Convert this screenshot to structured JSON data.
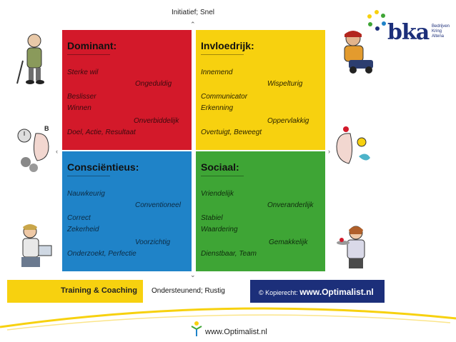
{
  "axis": {
    "top_label": "Initiatief; Snel",
    "bottom_label": "Ondersteunend; Rustig"
  },
  "quadrants": {
    "dominant": {
      "title": "Dominant:",
      "items": [
        "Sterke wil",
        "Ongeduldig",
        "Beslisser",
        "Winnen",
        "Onverbiddelijk",
        "Doel, Actie, Resultaat"
      ],
      "color": "#d3192a"
    },
    "invloedrijk": {
      "title": "Invloedrijk:",
      "items": [
        "Innemend",
        "Wispelturig",
        "Communicator",
        "Erkenning",
        "Oppervlakkig",
        "Overtuigt, Beweegt"
      ],
      "color": "#f7d10f"
    },
    "conscientieus": {
      "title": "Consciëntieus:",
      "items": [
        "Nauwkeurig",
        "Conventioneel",
        "Correct",
        "Zekerheid",
        "Voorzichtig",
        "Onderzoekt, Perfectie"
      ],
      "color": "#1f83c8"
    },
    "sociaal": {
      "title": "Sociaal:",
      "items": [
        "Vriendelijk",
        "Onveranderlijk",
        "Stabiel",
        "Waardering",
        "Gemakkelijk",
        "Dienstbaar, Team"
      ],
      "color": "#3ea535"
    }
  },
  "bottom_bar": {
    "left": "Training & Coaching",
    "copyright_prefix": "© Kopierecht:",
    "copyright_url": "www.Optimalist.nl"
  },
  "footer": {
    "url": "www.Optimalist.nl"
  },
  "logo": {
    "name": "bka",
    "sub": [
      "Bedrijven",
      "Kring",
      "Altena"
    ]
  },
  "icons": [
    "gentleman-icon",
    "mechanic-icon",
    "brain-left-icon",
    "brain-right-icon",
    "nurse-icon",
    "waitress-icon",
    "optimalist-logo-icon",
    "bka-logo-icon"
  ]
}
